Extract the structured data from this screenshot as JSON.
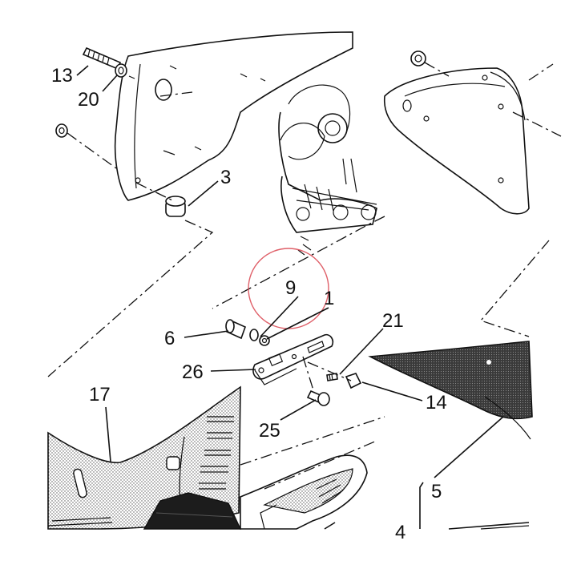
{
  "diagram": {
    "callouts": [
      "13",
      "20",
      "3",
      "9",
      "1",
      "6",
      "21",
      "26",
      "17",
      "14",
      "25",
      "5",
      "4"
    ],
    "highlight_color": "#d9434e"
  }
}
